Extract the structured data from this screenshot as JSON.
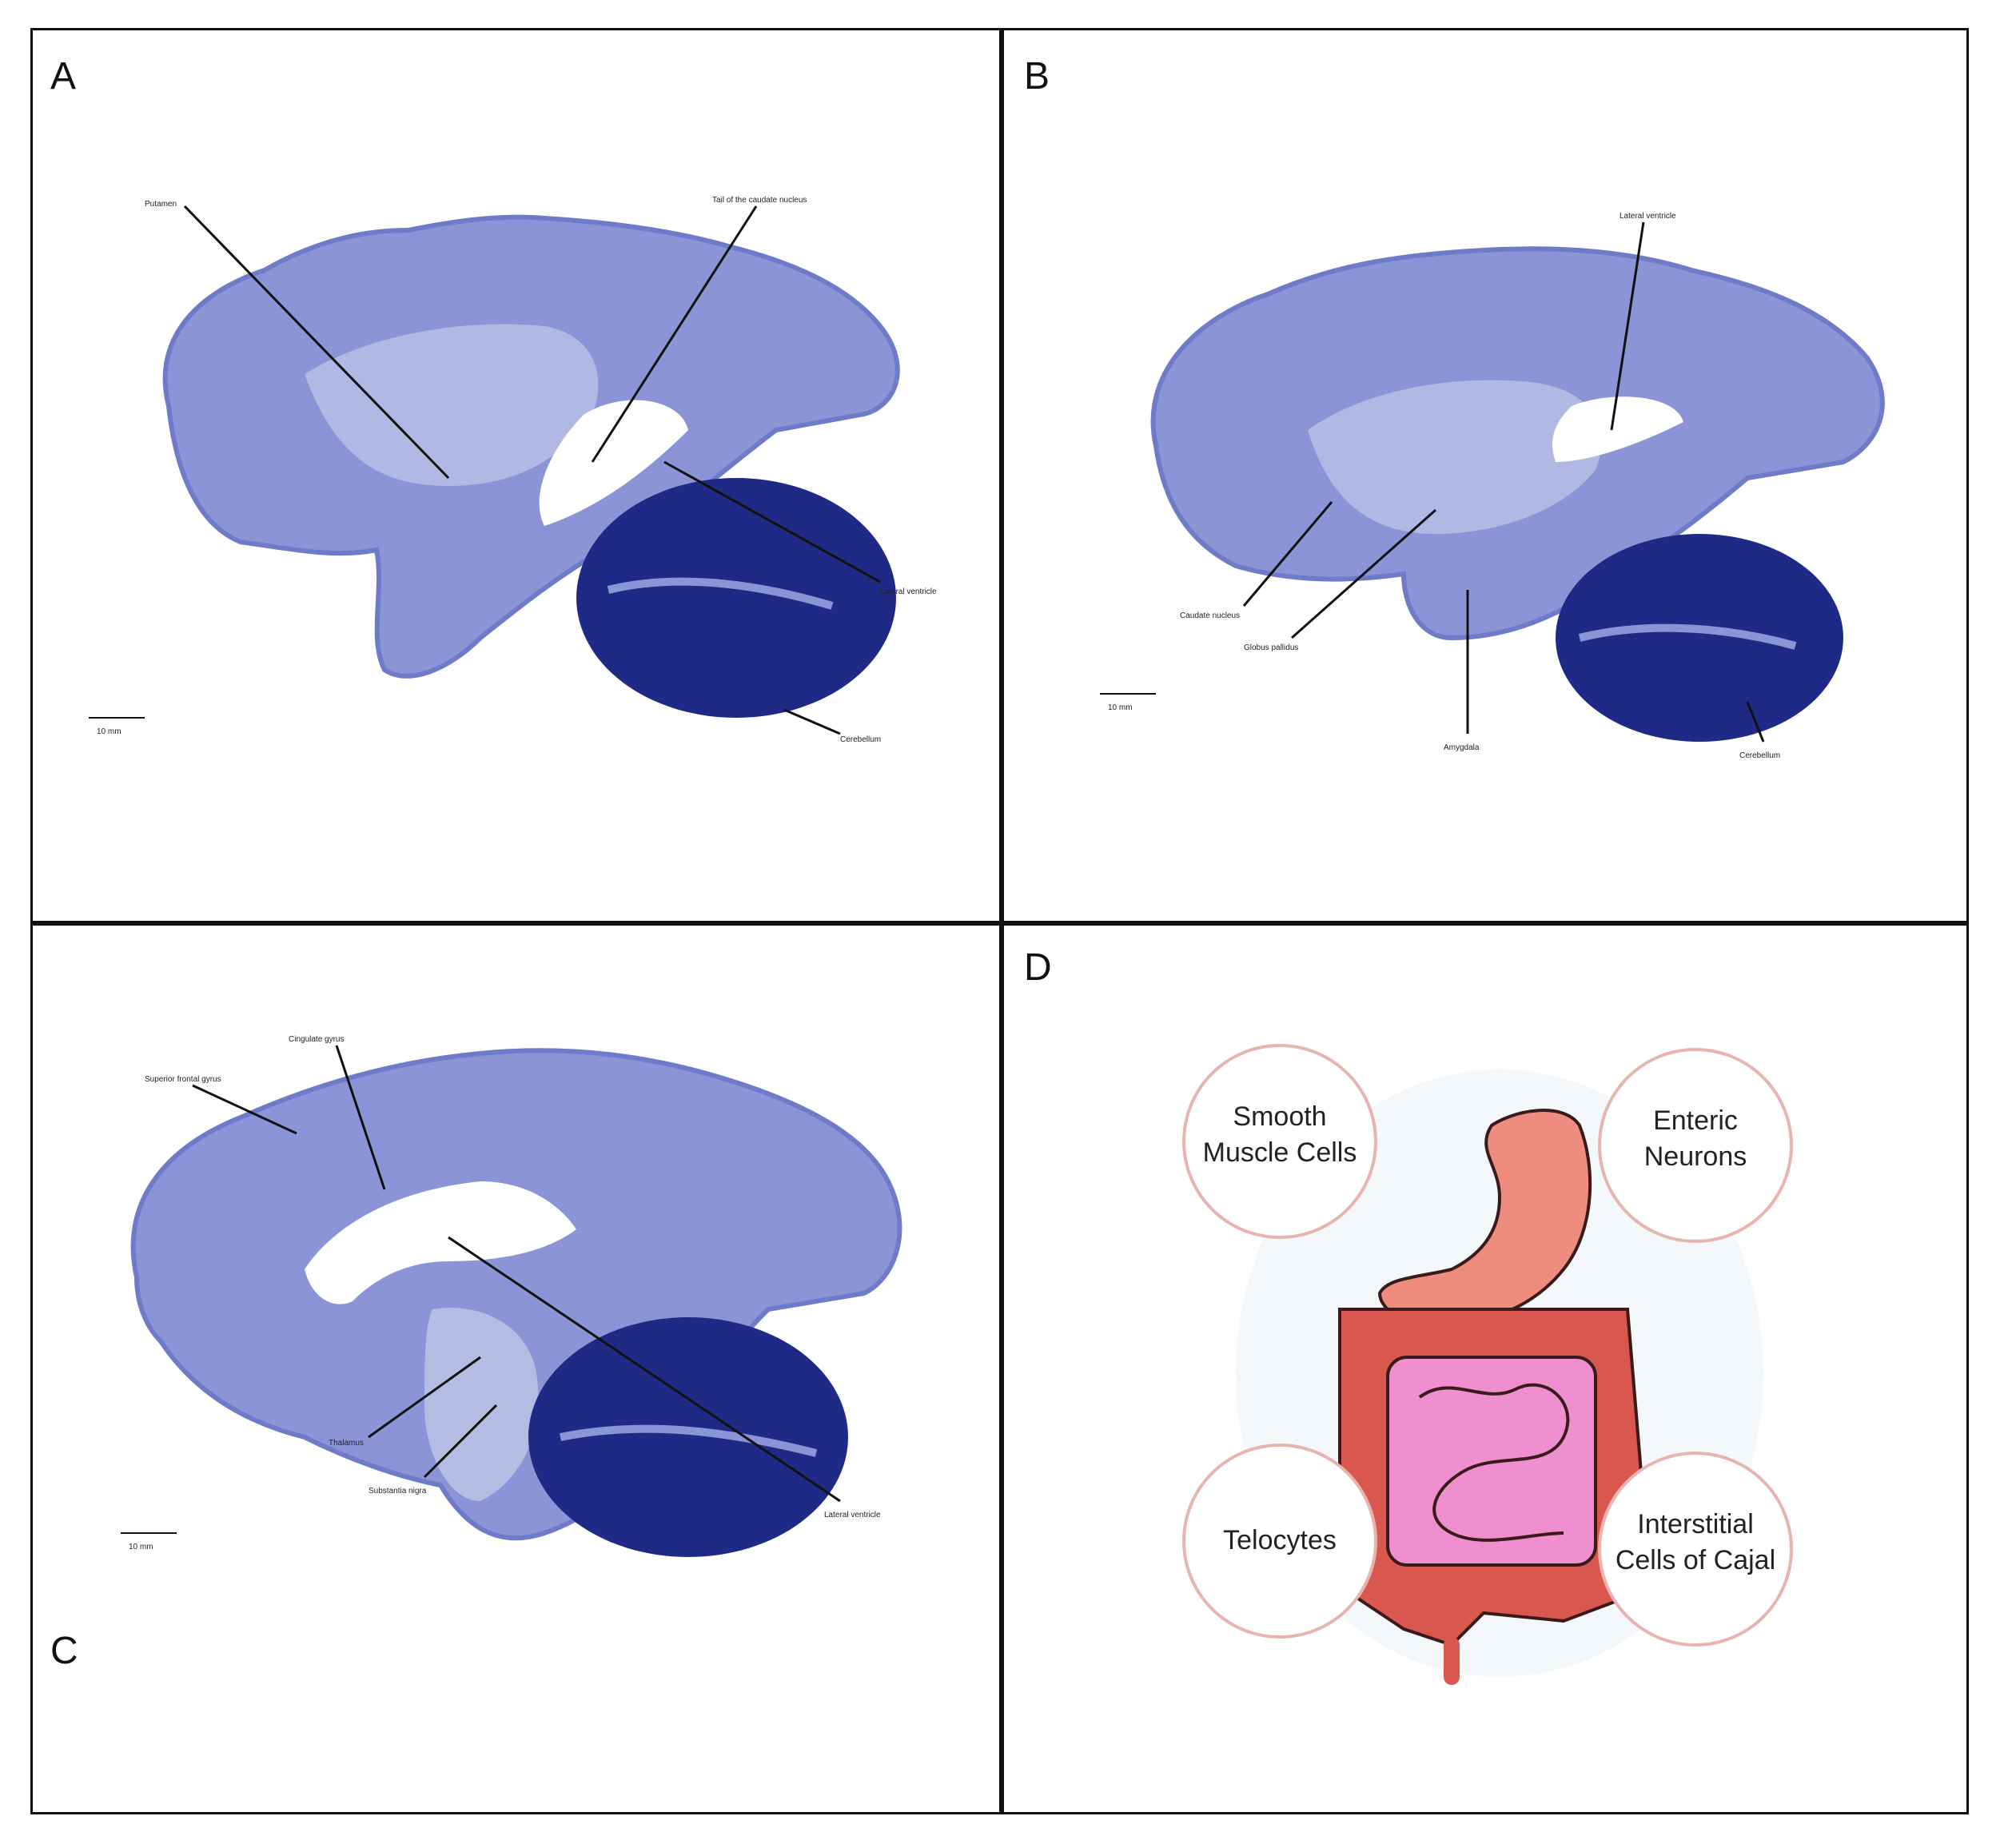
{
  "panels": {
    "A": {
      "letter": "A",
      "labels": {
        "putamen": "Putamen",
        "tail_caudate": "Tail of the caudate nucleus",
        "lateral_ventricle": "Lateral ventricle",
        "cerebellum": "Cerebellum",
        "scale": "10 mm"
      }
    },
    "B": {
      "letter": "B",
      "labels": {
        "lateral_ventricle": "Lateral ventricle",
        "caudate_nucleus": "Caudate nucleus",
        "globus_pallidus": "Globus pallidus",
        "amygdala": "Amygdala",
        "cerebellum": "Cerebellum",
        "scale": "10 mm"
      }
    },
    "C": {
      "letter": "C",
      "labels": {
        "cingulate_gyrus": "Cingulate gyrus",
        "superior_frontal_gyrus": "Superior frontal gyrus",
        "thalamus": "Thalamus",
        "substantia_nigra": "Substantia nigra",
        "lateral_ventricle": "Lateral ventricle",
        "scale": "10 mm"
      }
    },
    "D": {
      "letter": "D",
      "circles": {
        "smooth_muscle": [
          "Smooth",
          "Muscle Cells"
        ],
        "enteric_neurons": [
          "Enteric",
          "Neurons"
        ],
        "telocytes": [
          "Telocytes"
        ],
        "icc": [
          "Interstitial",
          "Cells of Cajal"
        ]
      }
    }
  },
  "colors": {
    "tissue": "#8a94d6",
    "tissue_dark": "#6f7bc8",
    "white_matter": "#b9c0e6",
    "cerebellum": "#1e2a86",
    "stomach": "#f08b80",
    "colon": "#d9574f",
    "small_intestine": "#ef8fcf",
    "circle_stroke": "#e8b4b0"
  }
}
